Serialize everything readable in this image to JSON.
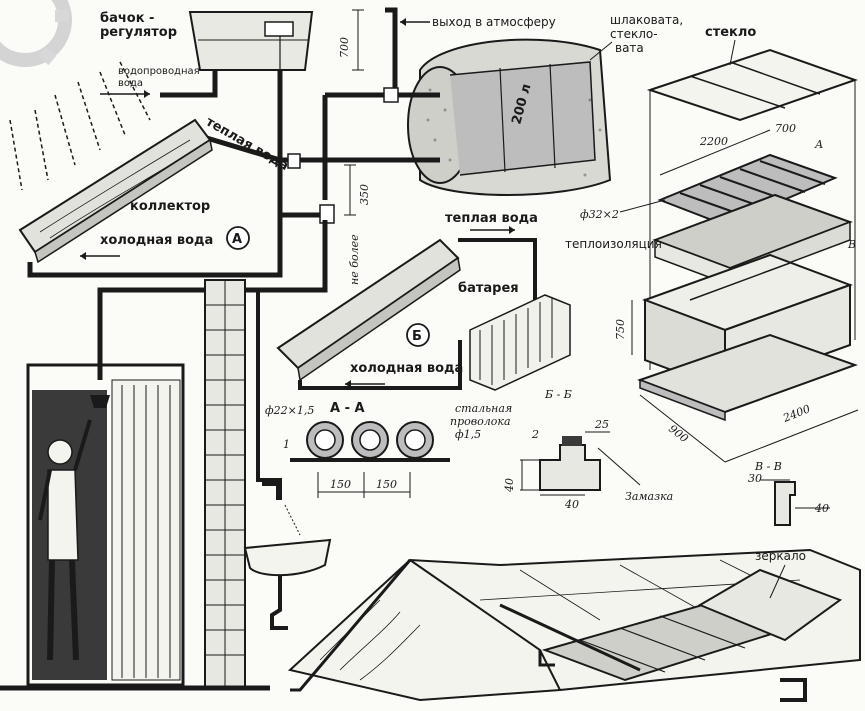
{
  "labels": {
    "tank_regulator_1": "бачок -",
    "tank_regulator_2": "регулятор",
    "water_supply_1": "водопроводная",
    "water_supply_2": "вода",
    "vent": "выход в атмосферу",
    "insulation_1": "шлаковата,",
    "insulation_2": "стекло-",
    "insulation_3": "вата",
    "glass": "стекло",
    "barrel_text": "200 л",
    "warm_water_a": "теплая вода",
    "collector": "коллектор",
    "cold_water_a": "холодная вода",
    "marker_a": "А",
    "dim_700_tank": "700",
    "dim_350": "350",
    "no_more": "не более",
    "warm_water_b": "теплая вода",
    "battery": "батарея",
    "marker_b": "Б",
    "cold_water_b": "холодная вода",
    "dim_2200": "2200",
    "dim_700_a": "700",
    "sec_a_marker": "А",
    "pipe_32": "ф32×2",
    "thermal_insulation": "теплоизоляция",
    "sec_b_marker": "В",
    "dim_750": "750",
    "dim_900": "900",
    "dim_2400": "2400",
    "section_aa": "А - А",
    "pipe_22": "ф22×1,5",
    "wire_1": "стальная",
    "wire_2": "проволока",
    "wire_3": "ф1,5",
    "dim_1": "1",
    "dim_150_1": "150",
    "dim_150_2": "150",
    "section_bb": "Б - Б",
    "dim_2": "2",
    "dim_25": "25",
    "dim_40_v": "40",
    "dim_40_h": "40",
    "putty": "Замазка",
    "section_vv": "В - В",
    "dim_30": "30",
    "dim_40_vv": "40",
    "mirror": "зеркало"
  },
  "colors": {
    "ink": "#1a1a1a",
    "paper": "#fbfbf8",
    "shadow_gray": "#bdbdbd",
    "dark_fill": "#3a3a3a"
  }
}
